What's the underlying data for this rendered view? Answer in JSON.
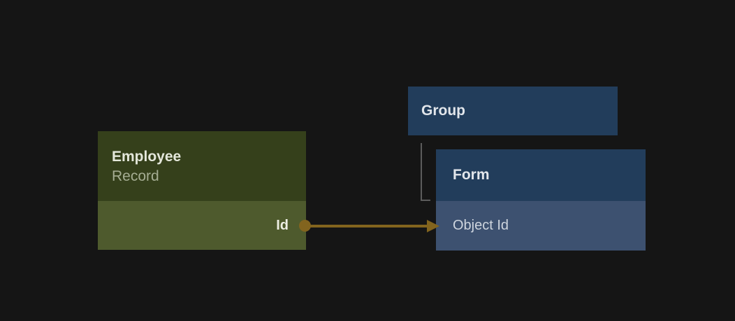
{
  "diagram": {
    "nodes": [
      {
        "id": "employee-record",
        "title": "Employee",
        "subtitle": "Record",
        "fields": [
          {
            "label": "Id",
            "align": "right"
          }
        ]
      },
      {
        "id": "group",
        "title": "Group",
        "fields": []
      },
      {
        "id": "form",
        "title": "Form",
        "fields": [
          {
            "label": "Object Id",
            "align": "left"
          }
        ]
      }
    ],
    "edges": [
      {
        "from": "Employee Record.Id",
        "to": "Form.Object Id",
        "style": "arrow"
      },
      {
        "from": "Group",
        "to": "Form",
        "style": "elbow"
      }
    ]
  },
  "colors": {
    "background": "#151515",
    "employee_header": "#35401b",
    "employee_row": "#4e5a2d",
    "employee_title_text": "#e4e7db",
    "subtitle_text": "#a5ad93",
    "field_text_green": "#edeee3",
    "blue_header": "#223d5b",
    "blue_row": "#3d5170",
    "title_text": "#e2e6eb",
    "field_text_blue": "#ced5de",
    "arrow": "#82641e",
    "elbow_line": "#5c5c5c"
  }
}
